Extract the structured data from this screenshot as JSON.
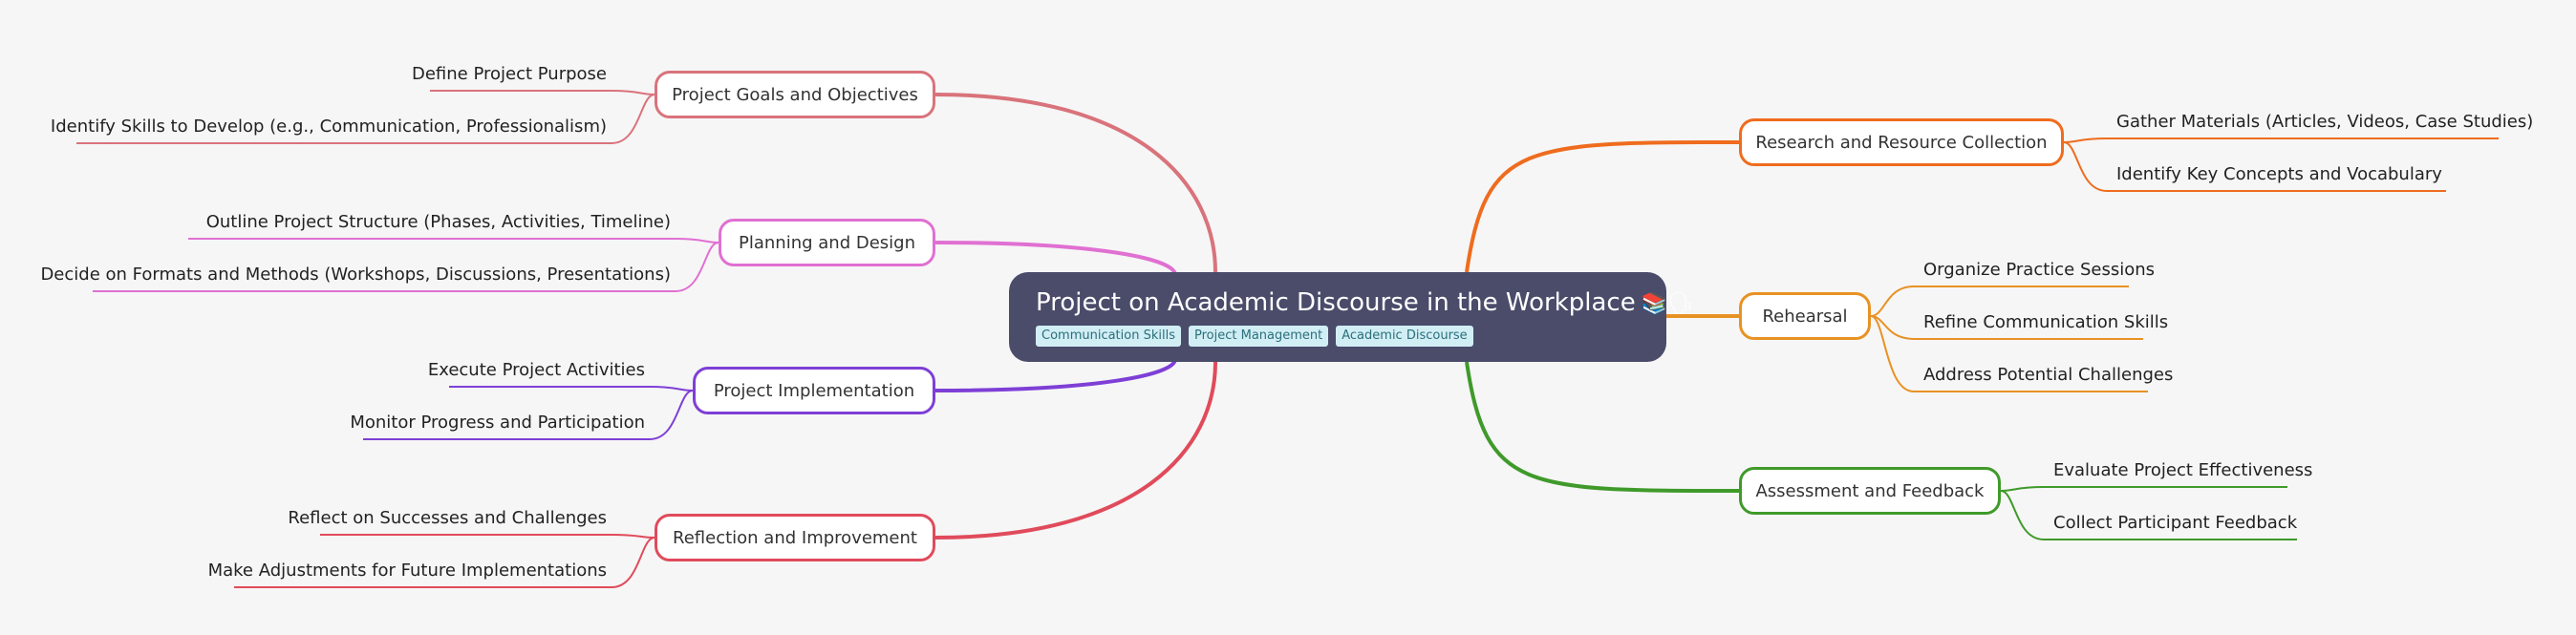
{
  "root": {
    "title": "Project on Academic Discourse in the Workplace",
    "emoji": "📚🗣",
    "tags": [
      "Communication Skills",
      "Project Management",
      "Academic Discourse"
    ]
  },
  "branches": [
    {
      "id": "goals",
      "label": "Project Goals and Objectives",
      "side": "left",
      "color": "#d9737b",
      "children": [
        "Define Project Purpose",
        "Identify Skills to Develop (e.g., Communication, Professionalism)"
      ]
    },
    {
      "id": "planning",
      "label": "Planning and Design",
      "side": "left",
      "color": "#e070d2",
      "children": [
        "Outline Project Structure (Phases, Activities, Timeline)",
        "Decide on Formats and Methods (Workshops, Discussions, Presentations)"
      ]
    },
    {
      "id": "implementation",
      "label": "Project Implementation",
      "side": "left",
      "color": "#7e3fd6",
      "children": [
        "Execute Project Activities",
        "Monitor Progress and Participation"
      ]
    },
    {
      "id": "reflection",
      "label": "Reflection and Improvement",
      "side": "left",
      "color": "#e04b5b",
      "children": [
        "Reflect on Successes and Challenges",
        "Make Adjustments for Future Implementations"
      ]
    },
    {
      "id": "research",
      "label": "Research and Resource Collection",
      "side": "right",
      "color": "#ef6c1e",
      "children": [
        "Gather Materials (Articles, Videos, Case Studies)",
        "Identify Key Concepts and Vocabulary"
      ]
    },
    {
      "id": "rehearsal",
      "label": "Rehearsal",
      "side": "right",
      "color": "#e89224",
      "children": [
        "Organize Practice Sessions",
        "Refine Communication Skills",
        "Address Potential Challenges"
      ]
    },
    {
      "id": "assessment",
      "label": "Assessment and Feedback",
      "side": "right",
      "color": "#3f9a2a",
      "children": [
        "Evaluate Project Effectiveness",
        "Collect Participant Feedback"
      ]
    }
  ]
}
